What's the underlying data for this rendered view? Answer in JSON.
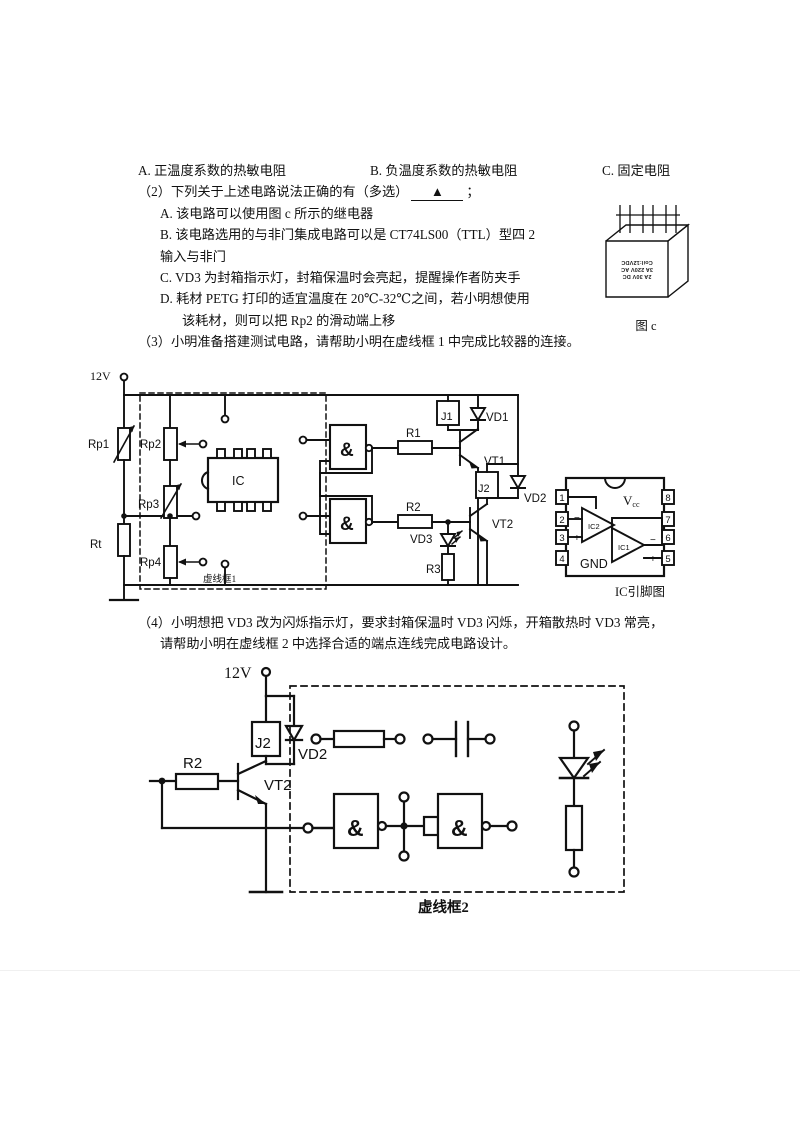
{
  "document": {
    "language": "zh-CN",
    "type": "exam-question-page"
  },
  "question_options_row": {
    "optionA": "A. 正温度系数的热敏电阻",
    "optionB": "B. 负温度系数的热敏电阻",
    "optionC": "C. 固定电阻"
  },
  "q2": {
    "stem_pre": "（2）下列关于上述电路说法正确的有（多选）",
    "blank": "▲",
    "stem_post": "；",
    "options": [
      "A. 该电路可以使用图 c 所示的继电器",
      "B. 该电路选用的与非门集成电路可以是 CT74LS00（TTL）型四 2",
      "输入与非门",
      "C. VD3 为封箱指示灯，封箱保温时会亮起，提醒操作者防夹手",
      "D. 耗材 PETG 打印的适宜温度在 20℃-32℃之间，若小明想使用",
      "该耗材，则可以把 Rp2 的滑动端上移"
    ]
  },
  "q3": {
    "text": "（3）小明准备搭建测试电路，请帮助小明在虚线框 1 中完成比较器的连接。"
  },
  "q4": {
    "line1": "（4）小明想把 VD3 改为闪烁指示灯，要求封箱保温时 VD3 闪烁，开箱散热时 VD3 常亮，",
    "line2": "请帮助小明在虚线框 2 中选择合适的端点连线完成电路设计。"
  },
  "relay": {
    "caption": "图 c",
    "labels": [
      "Coil:12VDC",
      "3A 220V AC",
      "2A 30V DC"
    ]
  },
  "figure1": {
    "caption": "虚线框1",
    "supply": "12V",
    "ic_label": "IC",
    "components": [
      "Rp1",
      "Rp2",
      "Rp3",
      "Rp4",
      "Rt",
      "R1",
      "R2",
      "R3",
      "VT1",
      "VT2",
      "J1",
      "J2",
      "VD1",
      "VD2",
      "VD3"
    ],
    "gate_symbol": "&"
  },
  "ic_pinout": {
    "caption": "IC引脚图",
    "pins_left": [
      "1",
      "2",
      "3",
      "4"
    ],
    "pins_right": [
      "8",
      "7",
      "6",
      "5"
    ],
    "vcc_label": "V",
    "vcc_sub": "cc",
    "gnd_label": "GND",
    "opamp1": "IC1",
    "opamp2": "IC2",
    "minus": "−",
    "plus": "+"
  },
  "figure2": {
    "caption": "虚线框2",
    "supply": "12V",
    "components": [
      "R2",
      "VT2",
      "J2",
      "VD2"
    ],
    "gate_symbol": "&"
  },
  "colors": {
    "ink": "#111111",
    "paper": "#ffffff"
  }
}
